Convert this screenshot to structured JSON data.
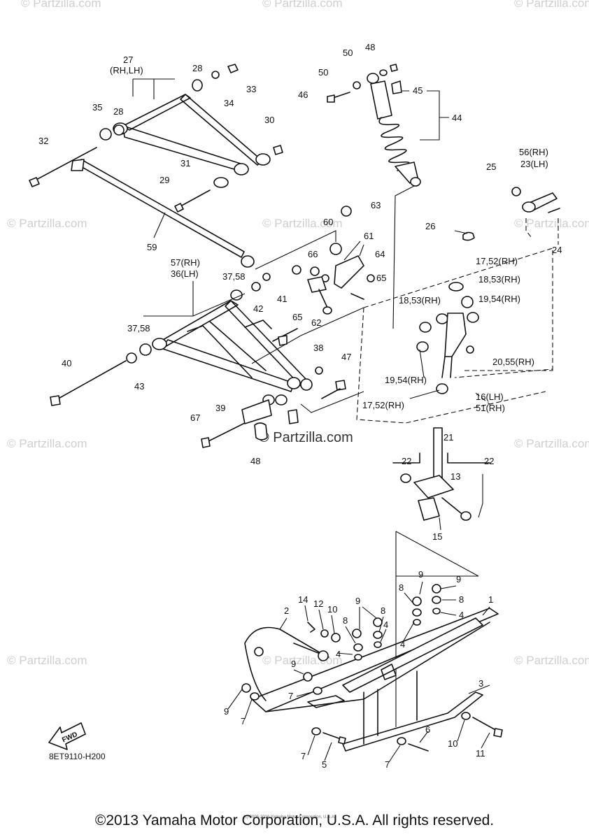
{
  "diagram": {
    "code": "8ET9110-H200",
    "fwd_label": "FWD",
    "watermark": "© Partzilla.com",
    "copyright": "©2013 Yamaha Motor Corporation, U.S.A. All rights reserved.",
    "small_copyright": "(c) 2006-2016 Yamaha Motor Corporation, U.S.A."
  },
  "callouts": [
    {
      "id": "c27",
      "text": "27"
    },
    {
      "id": "c27s",
      "text": "(RH,LH)"
    },
    {
      "id": "c28a",
      "text": "28"
    },
    {
      "id": "c33",
      "text": "33"
    },
    {
      "id": "c34",
      "text": "34"
    },
    {
      "id": "c35",
      "text": "35"
    },
    {
      "id": "c28b",
      "text": "28"
    },
    {
      "id": "c30",
      "text": "30"
    },
    {
      "id": "c32",
      "text": "32"
    },
    {
      "id": "c31",
      "text": "31"
    },
    {
      "id": "c29",
      "text": "29"
    },
    {
      "id": "c59",
      "text": "59"
    },
    {
      "id": "c48a",
      "text": "48"
    },
    {
      "id": "c50a",
      "text": "50"
    },
    {
      "id": "c50b",
      "text": "50"
    },
    {
      "id": "c46",
      "text": "46"
    },
    {
      "id": "c45",
      "text": "45"
    },
    {
      "id": "c44",
      "text": "44"
    },
    {
      "id": "c25",
      "text": "25"
    },
    {
      "id": "c56",
      "text": "56(RH)"
    },
    {
      "id": "c23",
      "text": "23(LH)"
    },
    {
      "id": "c24",
      "text": "24"
    },
    {
      "id": "c63",
      "text": "63"
    },
    {
      "id": "c60",
      "text": "60"
    },
    {
      "id": "c61",
      "text": "61"
    },
    {
      "id": "c66",
      "text": "66"
    },
    {
      "id": "c64",
      "text": "64"
    },
    {
      "id": "c65a",
      "text": "65"
    },
    {
      "id": "c26",
      "text": "26"
    },
    {
      "id": "c1752a",
      "text": "17,52(RH)"
    },
    {
      "id": "c1853a",
      "text": "18,53(RH)"
    },
    {
      "id": "c1853b",
      "text": "18,53(RH)"
    },
    {
      "id": "c1954a",
      "text": "19,54(RH)"
    },
    {
      "id": "c57",
      "text": "57(RH)"
    },
    {
      "id": "c36",
      "text": "36(LH)"
    },
    {
      "id": "c3758a",
      "text": "37,58"
    },
    {
      "id": "c42",
      "text": "42"
    },
    {
      "id": "c41",
      "text": "41"
    },
    {
      "id": "c62",
      "text": "62"
    },
    {
      "id": "c65b",
      "text": "65"
    },
    {
      "id": "c3758b",
      "text": "37,58"
    },
    {
      "id": "c38",
      "text": "38"
    },
    {
      "id": "c47",
      "text": "47"
    },
    {
      "id": "c2055",
      "text": "20,55(RH)"
    },
    {
      "id": "c1954b",
      "text": "19,54(RH)"
    },
    {
      "id": "c16",
      "text": "16(LH)"
    },
    {
      "id": "c51",
      "text": "51(RH)"
    },
    {
      "id": "c1752b",
      "text": "17,52(RH)"
    },
    {
      "id": "c40",
      "text": "40"
    },
    {
      "id": "c43",
      "text": "43"
    },
    {
      "id": "c39",
      "text": "39"
    },
    {
      "id": "c67",
      "text": "67"
    },
    {
      "id": "c48b",
      "text": "48"
    },
    {
      "id": "c21",
      "text": "21"
    },
    {
      "id": "c22a",
      "text": "22"
    },
    {
      "id": "c22b",
      "text": "22"
    },
    {
      "id": "c13",
      "text": "13"
    },
    {
      "id": "c15",
      "text": "15"
    },
    {
      "id": "c9a",
      "text": "9"
    },
    {
      "id": "c9b",
      "text": "9"
    },
    {
      "id": "c8a",
      "text": "8"
    },
    {
      "id": "c8b",
      "text": "8"
    },
    {
      "id": "c4a",
      "text": "4"
    },
    {
      "id": "c1",
      "text": "1"
    },
    {
      "id": "c14",
      "text": "14"
    },
    {
      "id": "c12",
      "text": "12"
    },
    {
      "id": "c10a",
      "text": "10"
    },
    {
      "id": "c9c",
      "text": "9"
    },
    {
      "id": "c8c",
      "text": "8"
    },
    {
      "id": "c8d",
      "text": "8"
    },
    {
      "id": "c4b",
      "text": "4"
    },
    {
      "id": "c4c",
      "text": "4"
    },
    {
      "id": "c2",
      "text": "2"
    },
    {
      "id": "c4d",
      "text": "4"
    },
    {
      "id": "c9d",
      "text": "9"
    },
    {
      "id": "c7a",
      "text": "7"
    },
    {
      "id": "c3",
      "text": "3"
    },
    {
      "id": "c9e",
      "text": "9"
    },
    {
      "id": "c7b",
      "text": "7"
    },
    {
      "id": "c10b",
      "text": "10"
    },
    {
      "id": "c6",
      "text": "6"
    },
    {
      "id": "c11",
      "text": "11"
    },
    {
      "id": "c7c",
      "text": "7"
    },
    {
      "id": "c5",
      "text": "5"
    },
    {
      "id": "c7d",
      "text": "7"
    }
  ]
}
